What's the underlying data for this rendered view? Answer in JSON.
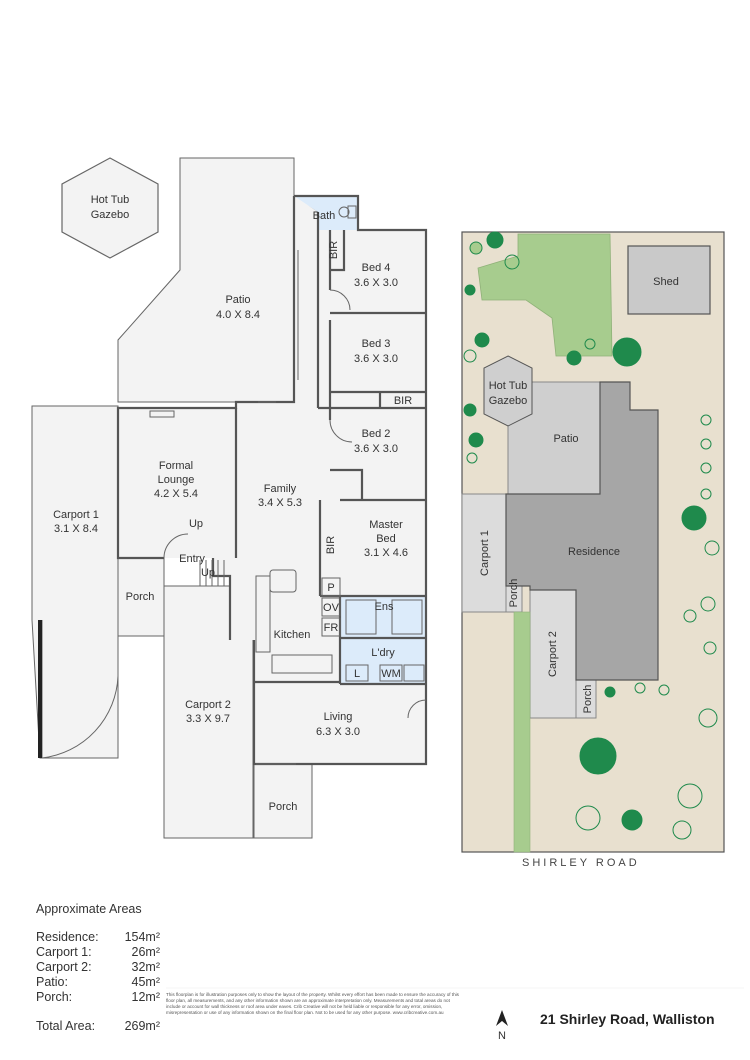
{
  "rooms": {
    "hot_tub_gazebo_left": [
      "Hot Tub",
      "Gazebo"
    ],
    "bath": "Bath",
    "bir_top": "BIR",
    "bed4": [
      "Bed 4",
      "3.6 X 3.0"
    ],
    "bed3": [
      "Bed 3",
      "3.6 X 3.0"
    ],
    "bir_mid": "BIR",
    "bed2": [
      "Bed 2",
      "3.6 X 3.0"
    ],
    "patio": [
      "Patio",
      "4.0 X 8.4"
    ],
    "formal_lounge": [
      "Formal",
      "Lounge",
      "4.2 X 5.4"
    ],
    "family": [
      "Family",
      "3.4 X 5.3"
    ],
    "master_bed": [
      "Master",
      "Bed",
      "3.1 X 4.6"
    ],
    "bir_master": "BIR",
    "carport1": [
      "Carport 1",
      "3.1 X 8.4"
    ],
    "up1": "Up",
    "entry": "Entry",
    "up2": "Up",
    "porch_left": "Porch",
    "p": "P",
    "ov": "OV",
    "fr": "FR",
    "ens": "Ens",
    "kitchen": "Kitchen",
    "laundry": "L'dry",
    "l": "L",
    "wm": "WM",
    "carport2": [
      "Carport 2",
      "3.3 X 9.7"
    ],
    "living": [
      "Living",
      "6.3 X 3.0"
    ],
    "porch_bottom": "Porch"
  },
  "site": {
    "shed": "Shed",
    "hot_tub_gazebo": [
      "Hot Tub",
      "Gazebo"
    ],
    "patio": "Patio",
    "residence": "Residence",
    "carport1": "Carport 1",
    "porch1": "Porch",
    "carport2": "Carport 2",
    "porch2": "Porch",
    "road": "SHIRLEY ROAD"
  },
  "areas": {
    "heading": "Approximate Areas",
    "rows": [
      {
        "label": "Residence:",
        "value": "154m²"
      },
      {
        "label": "Carport 1:",
        "value": "26m²"
      },
      {
        "label": "Carport 2:",
        "value": "32m²"
      },
      {
        "label": "Patio:",
        "value": "45m²"
      },
      {
        "label": "Porch:",
        "value": "12m²"
      }
    ],
    "total_label": "Total Area:",
    "total_value": "269m²"
  },
  "disclaimer": "This floorplan is for illustration purposes only to show the layout of the property. Whilst every effort has been made to ensure the accuracy of this floor plan, all measurements, and any other information shown are an approximate interpretation only. Measurements and total areas do not include or account for wall thickness or roof area under eaves. Crib Creative will not be held liable or responsible for any error, omission, misrepresentation or use of any information shown on the final floor plan. Not to be used for any other purpose. www.cribcreative.com.au",
  "compass_label": "N",
  "address": "21 Shirley Road, Walliston",
  "colors": {
    "floor": "#f3f3f3",
    "wall": "#555555",
    "wet_area": "#dcebfa",
    "lawn": "#a7cc8e",
    "path": "#e8e0cf",
    "driveway": "#dcdcdc",
    "residence": "#a6a6a6",
    "patio": "#cfcfcf",
    "shed": "#c9c9c9",
    "tree": "#1f8a4c"
  }
}
